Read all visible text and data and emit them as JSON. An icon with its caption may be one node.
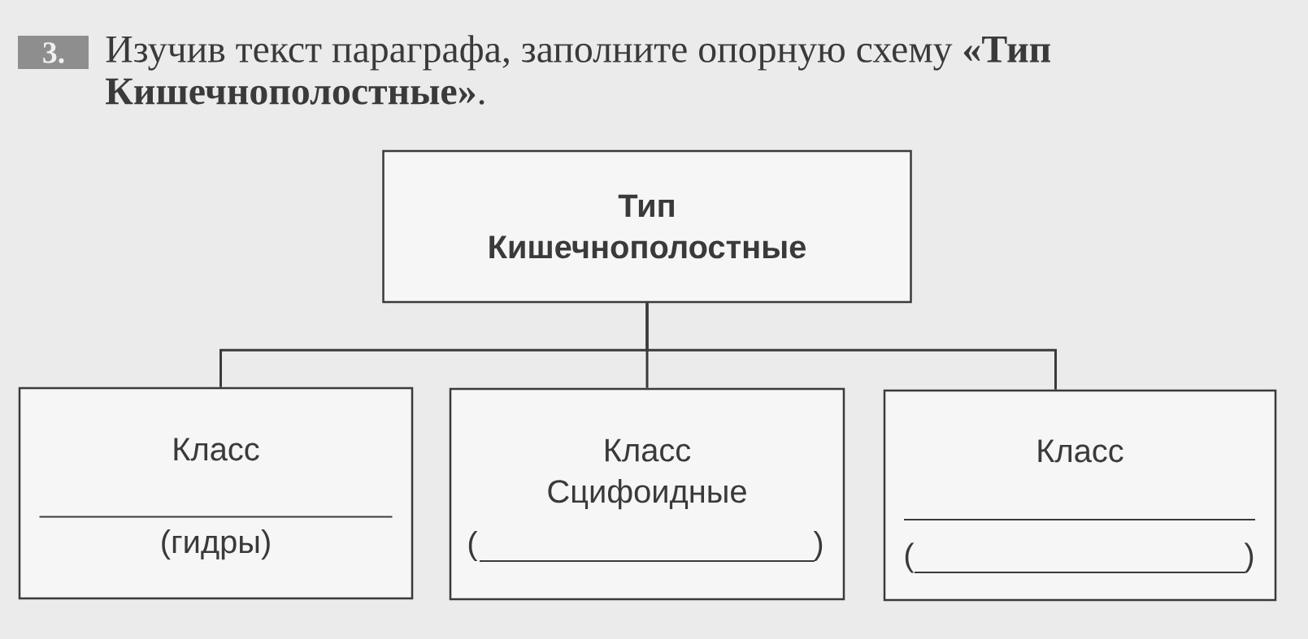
{
  "diagram": {
    "title": "Изучив текст параграфа, заполните опорную схему **«Тип Кишечнополостные»**.",
    "nodes": [
      {
        "text": [
          "Тип Кишечнополостные"
        ]
      },
      {
        "text": [
          "Класс",
          "(гидры)"
        ]
      },
      {
        "text": [
          "Класс Сцифоидные",
          "(",
          ")"
        ]
      },
      {
        "text": [
          "Класс",
          "(",
          ")"
        ]
      }
    ],
    "edges": [
      {
        "from": 0,
        "to": 1,
        "arrow": "none"
      },
      {
        "from": 0,
        "to": 2,
        "arrow": "none"
      },
      {
        "from": 0,
        "to": 3,
        "arrow": "none"
      }
    ],
    "labels": [
      "3."
    ]
  }
}
